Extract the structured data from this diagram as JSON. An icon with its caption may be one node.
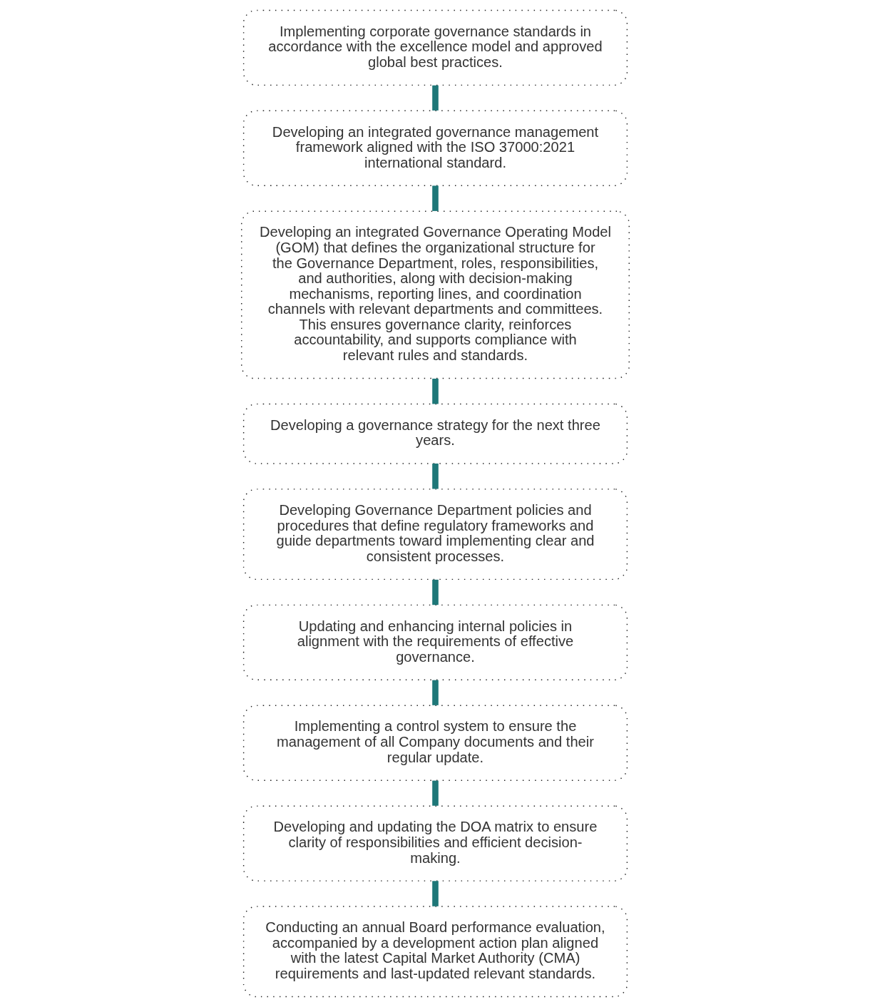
{
  "diagram": {
    "nodes": [
      {
        "text": [
          "Implementing corporate governance standards in accordance with the excellence model and approved global best practices."
        ]
      },
      {
        "text": [
          "Developing an integrated governance management framework aligned with the ISO 37000:2021 international standard."
        ]
      },
      {
        "text": [
          "Developing an integrated Governance Operating Model (GOM) that defines the organizational structure for the Governance Department, roles, responsibilities, and authorities, along with decision-making mechanisms, reporting lines, and coordination channels with relevant departments and committees. This ensures governance clarity, reinforces accountability, and supports compliance with relevant rules and standards."
        ]
      },
      {
        "text": [
          "Developing a governance strategy for the next three years."
        ]
      },
      {
        "text": [
          "Developing Governance Department policies and procedures that define regulatory frameworks and guide departments toward implementing clear and consistent processes."
        ]
      },
      {
        "text": [
          "Updating and enhancing internal policies in alignment with the requirements of effective governance."
        ]
      },
      {
        "text": [
          "Implementing a control system to ensure the management of all Company documents and their regular update."
        ]
      },
      {
        "text": [
          "Developing and updating the DOA matrix to ensure clarity of responsibilities and efficient decision-making."
        ]
      },
      {
        "text": [
          "Conducting an annual Board performance evaluation, accompanied by a development action plan aligned with the latest Capital Market Authority (CMA) requirements and last-updated relevant standards."
        ]
      }
    ],
    "edges": [
      {
        "from": 0,
        "to": 1,
        "arrow": "none"
      },
      {
        "from": 1,
        "to": 2,
        "arrow": "none"
      },
      {
        "from": 2,
        "to": 3,
        "arrow": "none"
      },
      {
        "from": 3,
        "to": 4,
        "arrow": "none"
      },
      {
        "from": 4,
        "to": 5,
        "arrow": "none"
      },
      {
        "from": 5,
        "to": 6,
        "arrow": "none"
      },
      {
        "from": 6,
        "to": 7,
        "arrow": "none"
      },
      {
        "from": 7,
        "to": 8,
        "arrow": "none"
      }
    ]
  }
}
